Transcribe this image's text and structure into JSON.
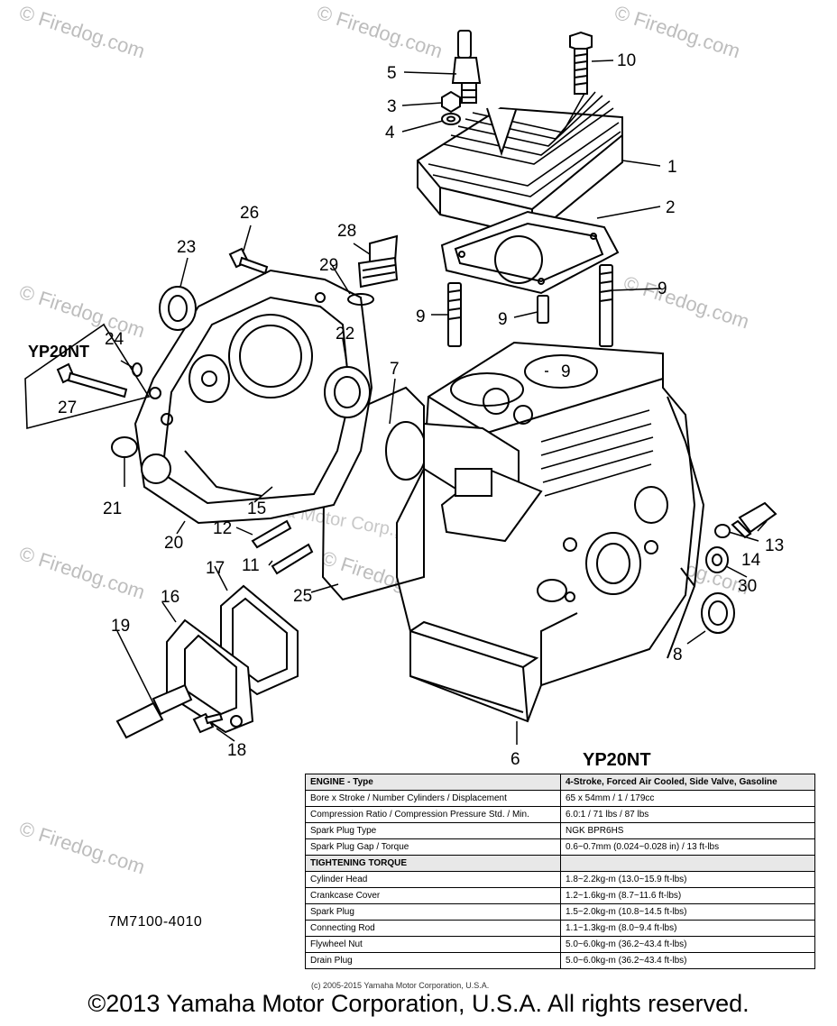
{
  "watermark": {
    "site": "© Firedog.com",
    "center_text": "Yamaha Motor Corp., U.S.A."
  },
  "model": "YP20NT",
  "callouts": {
    "c1": "1",
    "c2": "2",
    "c3": "3",
    "c4": "4",
    "c5": "5",
    "c6": "6",
    "c7": "7",
    "c8": "8",
    "c9a": "9",
    "c9b": "9",
    "c9c": "9",
    "c9d": "9",
    "c10": "10",
    "c11": "11",
    "c12": "12",
    "c13": "13",
    "c14": "14",
    "c15": "15",
    "c16": "16",
    "c17": "17",
    "c18": "18",
    "c19": "19",
    "c20": "20",
    "c21": "21",
    "c22": "22",
    "c23": "23",
    "c24": "24",
    "c25": "25",
    "c26": "26",
    "c27": "27",
    "c28": "28",
    "c29": "29",
    "c30": "30"
  },
  "part_number": "7M7100-4010",
  "specs": {
    "rows": [
      {
        "key": "ENGINE - Type",
        "value": "4-Stroke, Forced Air Cooled, Side Valve, Gasoline",
        "section": true
      },
      {
        "key": "Bore x Stroke / Number Cylinders / Displacement",
        "value": "65 x 54mm / 1 / 179cc"
      },
      {
        "key": "Compression Ratio / Compression Pressure Std. / Min.",
        "value": "6.0:1 / 71 lbs / 87 lbs"
      },
      {
        "key": "Spark Plug Type",
        "value": "NGK BPR6HS"
      },
      {
        "key": "Spark Plug Gap / Torque",
        "value": "0.6~0.7mm (0.024~0.028 in) / 13 ft-lbs"
      },
      {
        "key": "TIGHTENING TORQUE",
        "value": "",
        "section": true
      },
      {
        "key": "Cylinder Head",
        "value": "1.8~2.2kg-m (13.0~15.9 ft-lbs)"
      },
      {
        "key": "Crankcase Cover",
        "value": "1.2~1.6kg-m (8.7~11.6 ft-lbs)"
      },
      {
        "key": "Spark Plug",
        "value": "1.5~2.0kg-m (10.8~14.5 ft-lbs)"
      },
      {
        "key": "Connecting Rod",
        "value": "1.1~1.3kg-m (8.0~9.4 ft-lbs)"
      },
      {
        "key": "Flywheel Nut",
        "value": "5.0~6.0kg-m (36.2~43.4 ft-lbs)"
      },
      {
        "key": "Drain Plug",
        "value": "5.0~6.0kg-m (36.2~43.4 ft-lbs)"
      }
    ]
  },
  "fine_print": "(c) 2005-2015 Yamaha Motor Corporation, U.S.A.",
  "copyright": "©2013 Yamaha Motor Corporation, U.S.A. All rights reserved."
}
